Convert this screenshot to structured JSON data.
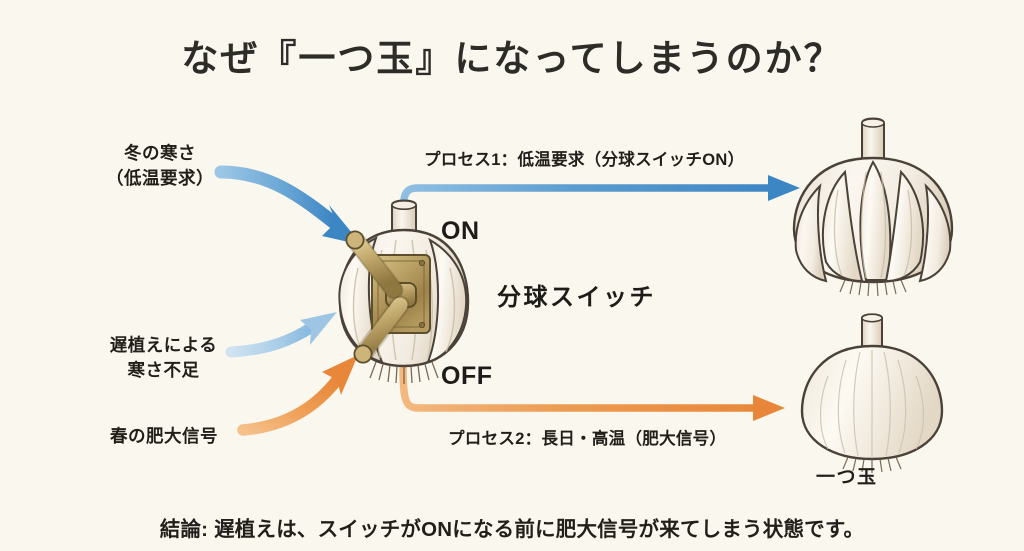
{
  "page": {
    "title": "なぜ『一つ玉』になってしまうのか？",
    "background_color": "#faf7ef",
    "conclusion": "結論: 遅植えは、スイッチがONになる前に肥大信号が来てしまう状態です。"
  },
  "inputs": [
    {
      "id": "cold",
      "label": "冬の寒さ\n（低温要求）",
      "arrow_color": "#4a90cc",
      "arrow_strength": "strong"
    },
    {
      "id": "late",
      "label": "遅植えによる\n寒さ不足",
      "arrow_color": "#9ec6e4",
      "arrow_strength": "weak"
    },
    {
      "id": "spring",
      "label": "春の肥大信号",
      "arrow_color": "#e8873a",
      "arrow_strength": "strong"
    }
  ],
  "switch": {
    "name": "分球スイッチ",
    "on_label": "ON",
    "off_label": "OFF",
    "icon": "garlic-toggle-switch",
    "brass_color": "#b39a5c"
  },
  "processes": [
    {
      "id": "process1",
      "label": "プロセス1：低温要求（分球スイッチON）",
      "color": "#3d86c4",
      "state": "ON"
    },
    {
      "id": "process2",
      "label": "プロセス2：長日・高温（肥大信号）",
      "color": "#e8873a",
      "state": "OFF"
    }
  ],
  "outputs": [
    {
      "id": "segmented",
      "caption": "",
      "icon": "garlic-bulb-segmented"
    },
    {
      "id": "single",
      "caption": "一つ玉",
      "icon": "garlic-bulb-single"
    }
  ]
}
